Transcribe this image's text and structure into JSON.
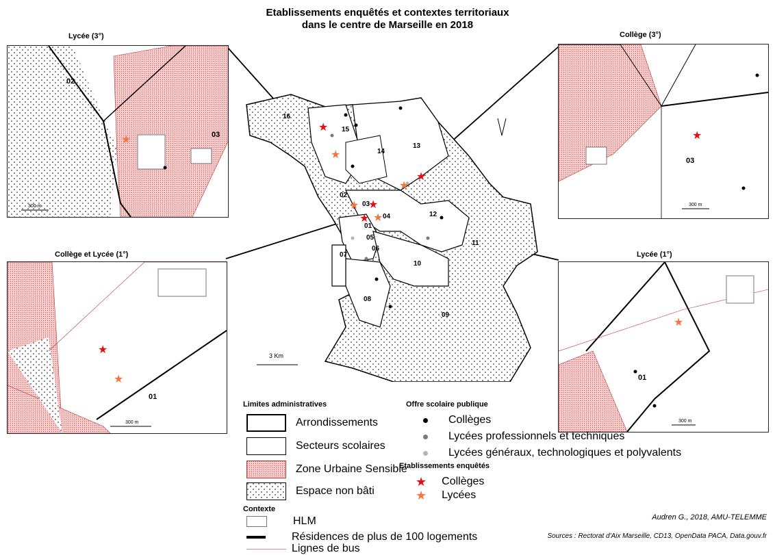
{
  "title": {
    "line1": "Etablissements enquêtés et contextes territoriaux",
    "line2": "dans le centre de Marseille en 2018"
  },
  "panels": {
    "lycee3": {
      "title": "Lycée (3°)",
      "labels": [
        "02",
        "03"
      ],
      "scale": "300 m"
    },
    "college3": {
      "title": "Collège (3°)",
      "labels": [
        "03"
      ],
      "scale": "300 m"
    },
    "collegelycee1": {
      "title": "Collège et Lycée (1°)",
      "labels": [
        "01"
      ],
      "scale": "300 m"
    },
    "lycee1": {
      "title": "Lycée (1°)",
      "labels": [
        "01"
      ],
      "scale": "300 m"
    }
  },
  "main_map": {
    "districts": [
      "16",
      "15",
      "14",
      "13",
      "02",
      "03",
      "01",
      "04",
      "12",
      "05",
      "07",
      "06",
      "11",
      "10",
      "08",
      "09"
    ],
    "scale": "3 Km"
  },
  "legend": {
    "admin_title": "Limites administratives",
    "admin_items": [
      "Arrondissements",
      "Secteurs scolaires",
      "Zone Urbaine Sensible",
      "Espace non bâti"
    ],
    "context_title": "Contexte",
    "context_items": [
      "HLM",
      "Résidences de plus de 100 logements",
      "Lignes de bus"
    ],
    "school_title": "Offre scolaire publique",
    "school_items": [
      "Collèges",
      "Lycées professionnels et techniques",
      "Lycées généraux, technologiques et polyvalents"
    ],
    "surveyed_title": "Etablissements enquêtés",
    "surveyed_items": [
      "Collèges",
      "Lycées"
    ]
  },
  "credits": {
    "author": "Audren G., 2018,  AMU-TELEMME",
    "sources": "Sources : Rectorat d'Aix Marseille, CD13, OpenData PACA, Data.gouv.fr"
  },
  "colors": {
    "zus": "#e8a0a0",
    "college_star": "#e01010",
    "lycee_star": "#f07840",
    "college_dot": "#000000",
    "lp_dot": "#7a7a7a",
    "lg_dot": "#b4b4b4"
  }
}
